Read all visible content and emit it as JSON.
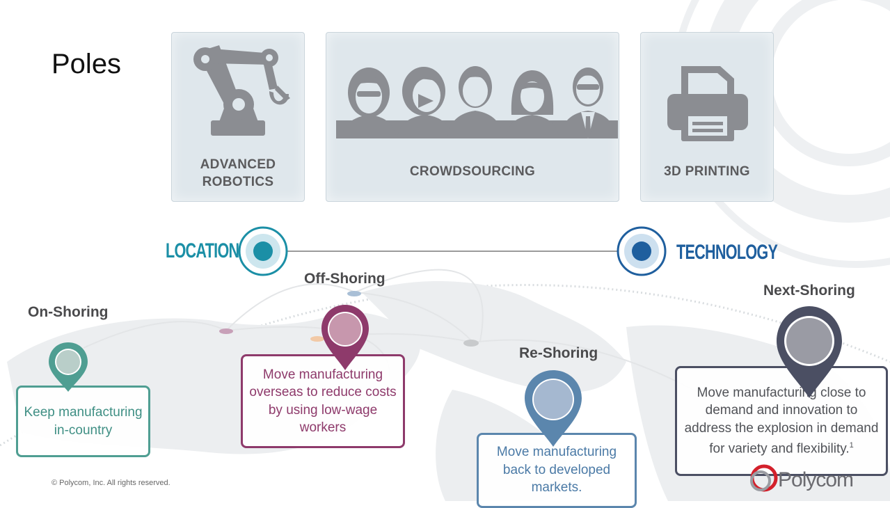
{
  "title": "Poles",
  "cards": [
    {
      "label_line1": "ADVANCED",
      "label_line2": "ROBOTICS"
    },
    {
      "label": "CROWDSOURCING"
    },
    {
      "label": "3D PRINTING"
    }
  ],
  "axis": {
    "left": "LOCATION",
    "right": "TECHNOLOGY"
  },
  "stages": [
    {
      "name": "On-Shoring",
      "desc": "Keep manufacturing in-country",
      "color": "#4f9e92"
    },
    {
      "name": "Off-Shoring",
      "desc": "Move manufacturing overseas to reduce costs by using low-wage workers",
      "color": "#8e3a6b"
    },
    {
      "name": "Re-Shoring",
      "desc": "Move manufacturing back to developed markets.",
      "color": "#5b86ad"
    },
    {
      "name": "Next-Shoring",
      "desc": "Move manufacturing close to demand and innovation to address the explosion in demand for variety and flexibility.",
      "footnote_marker": "1",
      "color": "#4b4f63"
    }
  ],
  "footer": "© Polycom, Inc. All rights reserved.",
  "logo": "Polycom",
  "colors": {
    "location": "#1b8fa6",
    "technology": "#1f5f9e",
    "icon_gray": "#8b8d92"
  }
}
